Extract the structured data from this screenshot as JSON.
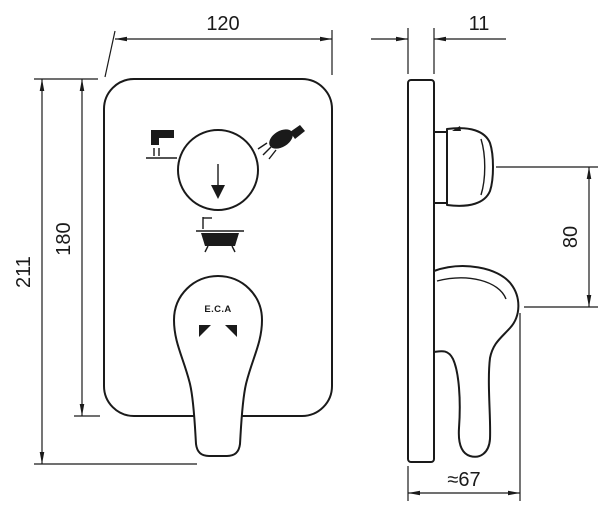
{
  "colors": {
    "line": "#1a1a1a",
    "background": "#ffffff"
  },
  "front_view": {
    "dim_width": "120",
    "dim_plate_height": "180",
    "dim_total_height": "211",
    "brand": "E.C.A",
    "icons": {
      "top_left": "tub-spout-icon",
      "top_right": "hand-shower-icon",
      "knob_center": "down-arrow-icon",
      "below_knob": "bathtub-icon"
    }
  },
  "side_view": {
    "dim_thickness": "11",
    "dim_knob_to_handle": "80",
    "dim_depth": "≈67"
  }
}
